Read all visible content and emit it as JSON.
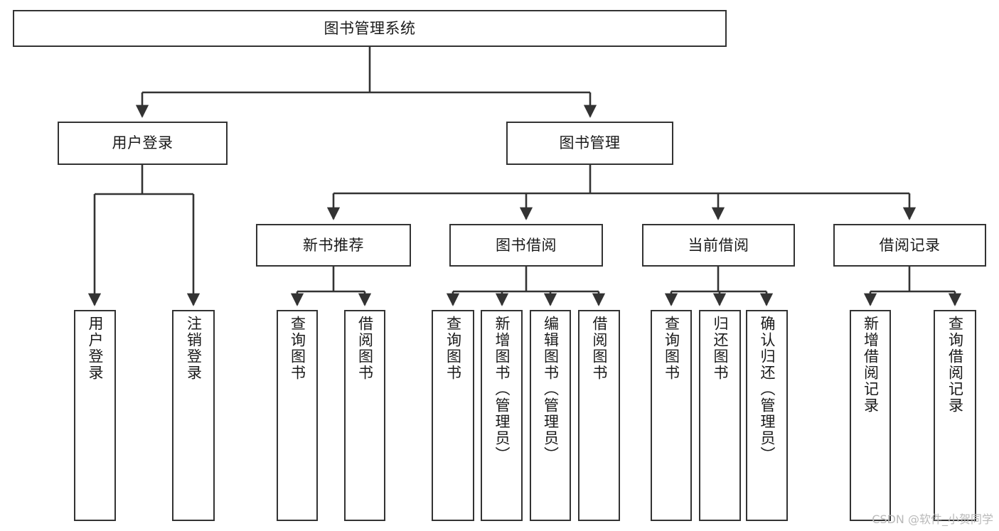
{
  "diagram": {
    "title": "图书管理系统",
    "root": {
      "id": "root",
      "label": "图书管理系统"
    },
    "level1": [
      {
        "id": "user-login",
        "label": "用户登录"
      },
      {
        "id": "book-manage",
        "label": "图书管理"
      }
    ],
    "level2": [
      {
        "id": "new-book-recommend",
        "label": "新书推荐",
        "parent": "book-manage"
      },
      {
        "id": "book-borrow",
        "label": "图书借阅",
        "parent": "book-manage"
      },
      {
        "id": "current-borrow",
        "label": "当前借阅",
        "parent": "book-manage"
      },
      {
        "id": "borrow-record",
        "label": "借阅记录",
        "parent": "book-manage"
      }
    ],
    "leaves": [
      {
        "id": "leaf-user-login",
        "label": "用户登录",
        "parent": "user-login"
      },
      {
        "id": "leaf-user-logout",
        "label": "注销登录",
        "parent": "user-login"
      },
      {
        "id": "leaf-query-book-1",
        "label": "查询图书",
        "parent": "new-book-recommend"
      },
      {
        "id": "leaf-borrow-book-1",
        "label": "借阅图书",
        "parent": "new-book-recommend"
      },
      {
        "id": "leaf-query-book-2",
        "label": "查询图书",
        "parent": "book-borrow"
      },
      {
        "id": "leaf-add-book",
        "label": "新增图书（管理员）",
        "parent": "book-borrow"
      },
      {
        "id": "leaf-edit-book",
        "label": "编辑图书（管理员）",
        "parent": "book-borrow"
      },
      {
        "id": "leaf-borrow-book-2",
        "label": "借阅图书",
        "parent": "book-borrow"
      },
      {
        "id": "leaf-query-book-3",
        "label": "查询图书",
        "parent": "current-borrow"
      },
      {
        "id": "leaf-return-book",
        "label": "归还图书",
        "parent": "current-borrow"
      },
      {
        "id": "leaf-confirm-return",
        "label": "确认归还（管理员）",
        "parent": "current-borrow"
      },
      {
        "id": "leaf-add-record",
        "label": "新增借阅记录",
        "parent": "borrow-record"
      },
      {
        "id": "leaf-query-record",
        "label": "查询借阅记录",
        "parent": "borrow-record"
      }
    ],
    "colors": {
      "stroke": "#333333",
      "box_fill": "#ffffff",
      "text": "#1a1a1a",
      "watermark": "#b9b9b9",
      "background": "#ffffff"
    }
  },
  "watermark": {
    "text": "CSDN @软件_小贺同学"
  }
}
